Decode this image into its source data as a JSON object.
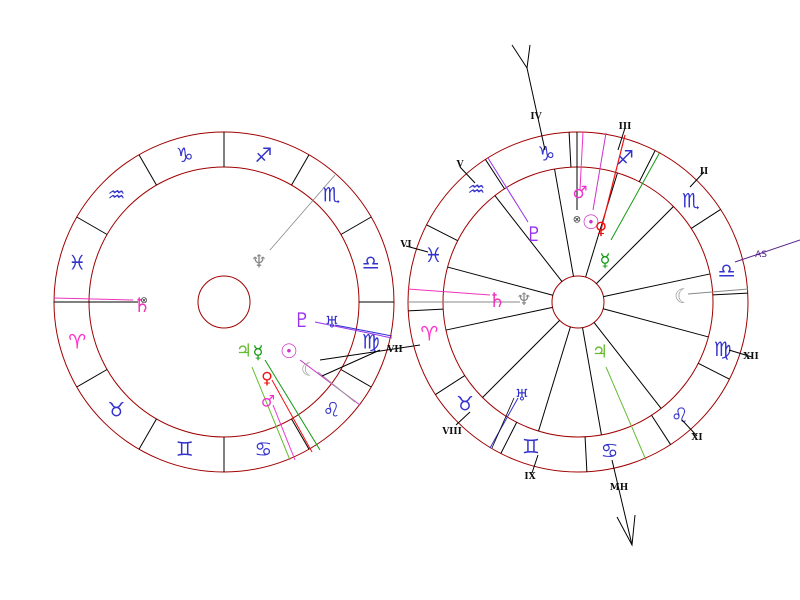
{
  "colors": {
    "ring": "#a00000",
    "divider": "#000000",
    "sign": "#3333cc",
    "aries": "#ff33cc"
  },
  "signs": [
    {
      "name": "aries",
      "glyph": "♈"
    },
    {
      "name": "taurus",
      "glyph": "♉"
    },
    {
      "name": "gemini",
      "glyph": "♊"
    },
    {
      "name": "cancer",
      "glyph": "♋"
    },
    {
      "name": "leo",
      "glyph": "♌"
    },
    {
      "name": "virgo",
      "glyph": "♍"
    },
    {
      "name": "libra",
      "glyph": "♎"
    },
    {
      "name": "scorpio",
      "glyph": "♏"
    },
    {
      "name": "sagittarius",
      "glyph": "♐"
    },
    {
      "name": "capricorn",
      "glyph": "♑"
    },
    {
      "name": "aquarius",
      "glyph": "♒"
    },
    {
      "name": "pisces",
      "glyph": "♓"
    }
  ],
  "left_wheel": {
    "planets": [
      {
        "name": "saturn",
        "glyph": "♄",
        "color": "#ee33bb"
      },
      {
        "name": "neptune",
        "glyph": "♆",
        "color": "#888888"
      },
      {
        "name": "pluto",
        "glyph": "♇",
        "color": "#9933ee"
      },
      {
        "name": "uranus",
        "glyph": "♅",
        "color": "#3333cc"
      },
      {
        "name": "sun",
        "glyph": "☉",
        "color": "#cc33cc"
      },
      {
        "name": "moon",
        "glyph": "☾",
        "color": "#999999"
      },
      {
        "name": "jupiter",
        "glyph": "♃",
        "color": "#66bb33"
      },
      {
        "name": "mercury",
        "glyph": "☿",
        "color": "#119911"
      },
      {
        "name": "venus",
        "glyph": "♀",
        "color": "#ee1111"
      },
      {
        "name": "mars",
        "glyph": "♂",
        "color": "#ee33cc"
      },
      {
        "name": "part-of-fortune",
        "glyph": "⊗",
        "color": "#333333"
      }
    ],
    "house_label": "VII"
  },
  "right_wheel": {
    "planets": [
      {
        "name": "mars",
        "glyph": "♂",
        "color": "#ee33cc"
      },
      {
        "name": "sun",
        "glyph": "☉",
        "color": "#cc33cc"
      },
      {
        "name": "venus",
        "glyph": "♀",
        "color": "#ee1111"
      },
      {
        "name": "mercury",
        "glyph": "☿",
        "color": "#119911"
      },
      {
        "name": "pluto",
        "glyph": "♇",
        "color": "#9933ee"
      },
      {
        "name": "saturn",
        "glyph": "♄",
        "color": "#ee33bb"
      },
      {
        "name": "neptune",
        "glyph": "♆",
        "color": "#888888"
      },
      {
        "name": "moon",
        "glyph": "☾",
        "color": "#999999"
      },
      {
        "name": "jupiter",
        "glyph": "♃",
        "color": "#66bb33"
      },
      {
        "name": "uranus",
        "glyph": "♅",
        "color": "#3333cc"
      },
      {
        "name": "part-of-fortune",
        "glyph": "⊗",
        "color": "#333333"
      }
    ],
    "house_labels": [
      "II",
      "III",
      "IV",
      "V",
      "VI",
      "VIII",
      "IX",
      "XI",
      "XII"
    ],
    "axis_labels": {
      "ascendant": "AS",
      "midheaven": "MH"
    }
  }
}
